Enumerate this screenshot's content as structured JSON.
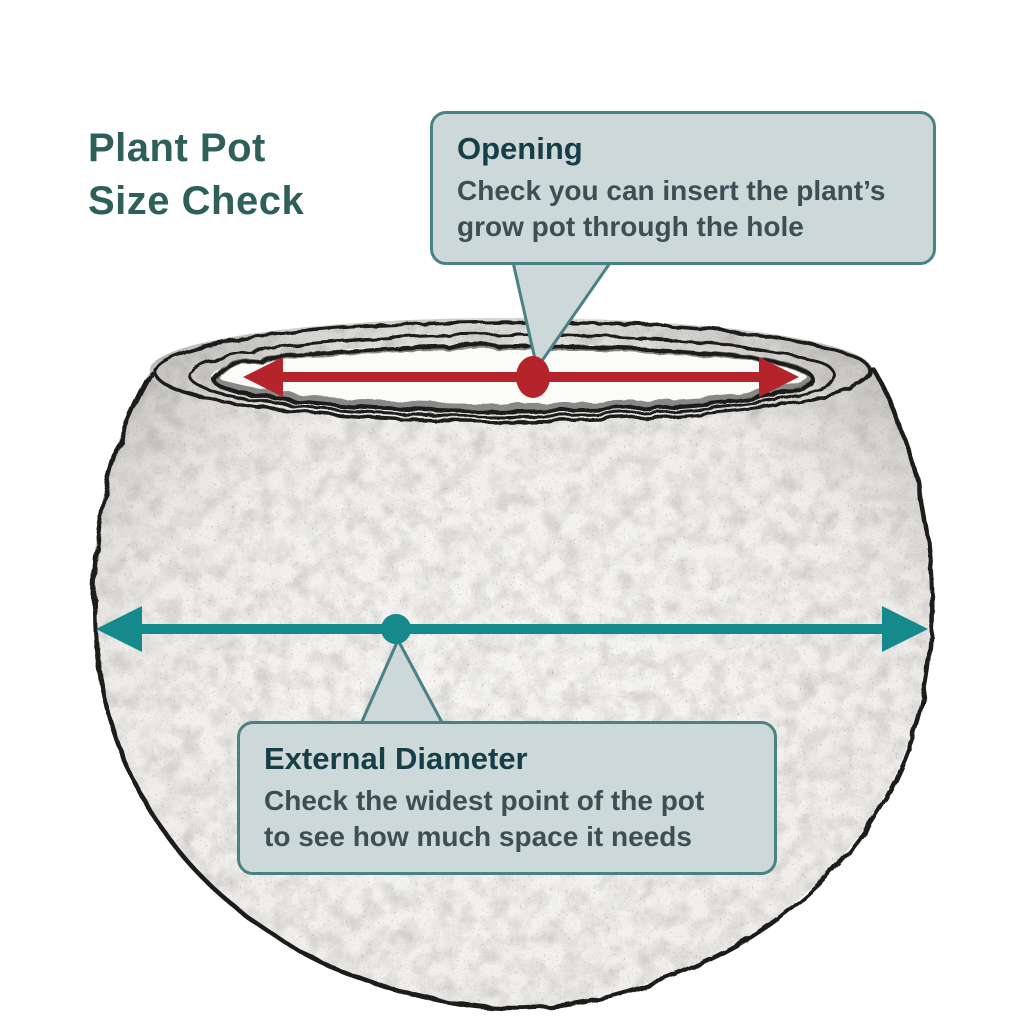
{
  "title": {
    "text": "Plant Pot\nSize Check"
  },
  "callouts": {
    "opening": {
      "heading": "Opening",
      "body": "Check you can insert the plant’s\ngrow pot through the hole"
    },
    "external_diameter": {
      "heading": "External Diameter",
      "body": "Check the widest point of the pot\nto see how much space it needs"
    }
  },
  "diagram": {
    "subject": "round plant pot sketch",
    "annotations": [
      {
        "name": "opening-arrow",
        "meaning": "width of the pot opening",
        "color": "#b5242b"
      },
      {
        "name": "external-diameter-arrow",
        "meaning": "widest external diameter of the pot",
        "color": "#15898b"
      }
    ]
  },
  "colors": {
    "title": "#2e5f58",
    "callout_background": "#cdd9d9",
    "callout_border": "#4a8284",
    "heading_text": "#153e46",
    "body_text": "#3d4f53",
    "arrow_red": "#b5242b",
    "arrow_teal": "#15898b",
    "sketch_line": "#1a1a1a",
    "background": "#ffffff"
  }
}
